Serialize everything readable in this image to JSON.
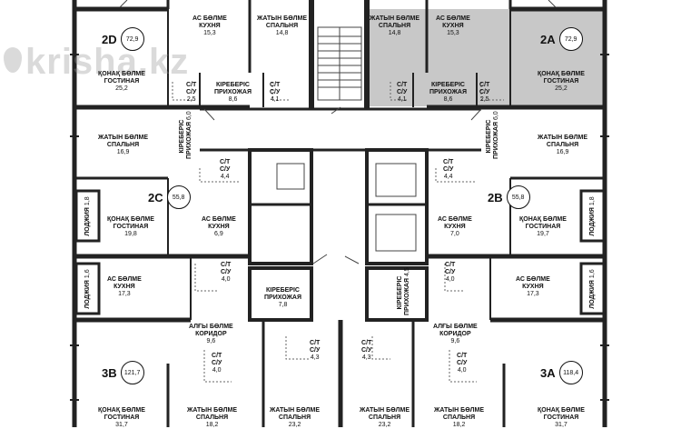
{
  "colors": {
    "wall": "#222222",
    "highlight": "#c8c8c8",
    "line": "#444444"
  },
  "watermark": "krisha.kz",
  "apartments": [
    {
      "id": "2D",
      "area": "72,9"
    },
    {
      "id": "2A",
      "area": "72,9"
    },
    {
      "id": "2C",
      "area": "55,8"
    },
    {
      "id": "2B",
      "area": "55,8"
    },
    {
      "id": "3B",
      "area": "121,7"
    },
    {
      "id": "3A",
      "area": "118,4"
    }
  ],
  "rooms": {
    "kitchen_2d": {
      "kz": "АС БӨЛМЕ",
      "ru": "КУХНЯ",
      "area": "15,3"
    },
    "bed_2d": {
      "kz": "ЖАТЫН БӨЛМЕ",
      "ru": "СПАЛЬНЯ",
      "area": "14,8"
    },
    "living_2d": {
      "kz": "ҚОНАҚ БӨЛМЕ",
      "ru": "ГОСТИНАЯ",
      "area": "25,2"
    },
    "bath1_2d": {
      "kz": "С/Т",
      "ru": "С/У",
      "area": "2,5"
    },
    "hall_2d": {
      "kz": "КІРЕБЕРІС",
      "ru": "ПРИХОЖАЯ",
      "area": "8,6"
    },
    "bath2_2d": {
      "kz": "С/Т",
      "ru": "С/У",
      "area": "4,1"
    },
    "bed_2a": {
      "kz": "ЖАТЫН БӨЛМЕ",
      "ru": "СПАЛЬНЯ",
      "area": "14,8"
    },
    "kitchen_2a": {
      "kz": "АС БӨЛМЕ",
      "ru": "КУХНЯ",
      "area": "15,3"
    },
    "bath1_2a": {
      "kz": "С/Т",
      "ru": "С/У",
      "area": "4,1"
    },
    "hall_2a": {
      "kz": "КІРЕБЕРІС",
      "ru": "ПРИХОЖАЯ",
      "area": "8,6"
    },
    "bath2_2a": {
      "kz": "С/Т",
      "ru": "С/У",
      "area": "2,5"
    },
    "living_2a": {
      "kz": "ҚОНАҚ БӨЛМЕ",
      "ru": "ГОСТИНАЯ",
      "area": "25,2"
    },
    "bed_2c": {
      "kz": "ЖАТЫН БӨЛМЕ",
      "ru": "СПАЛЬНЯ",
      "area": "16,9"
    },
    "hall_2c": {
      "kz": "КІРЕБЕРІС",
      "ru": "ПРИХОЖАЯ",
      "area": "6,0"
    },
    "bath_2c": {
      "kz": "С/Т",
      "ru": "С/У",
      "area": "4,4"
    },
    "living_2c": {
      "kz": "ҚОНАҚ БӨЛМЕ",
      "ru": "ГОСТИНАЯ",
      "area": "19,8"
    },
    "kitchen_2c": {
      "kz": "АС БӨЛМЕ",
      "ru": "КУХНЯ",
      "area": "6,9"
    },
    "loggia_2c": {
      "ru": "ЛОДЖИЯ",
      "area": "1,8"
    },
    "bed_2b": {
      "kz": "ЖАТЫН БӨЛМЕ",
      "ru": "СПАЛЬНЯ",
      "area": "16,9"
    },
    "hall_2b": {
      "kz": "КІРЕБЕРІС",
      "ru": "ПРИХОЖАЯ",
      "area": "6,0"
    },
    "bath_2b": {
      "kz": "С/Т",
      "ru": "С/У",
      "area": "4,4"
    },
    "kitchen_2b": {
      "kz": "АС БӨЛМЕ",
      "ru": "КУХНЯ",
      "area": "7,0"
    },
    "living_2b": {
      "kz": "ҚОНАҚ БӨЛМЕ",
      "ru": "ГОСТИНАЯ",
      "area": "19,7"
    },
    "loggia_2b": {
      "ru": "ЛОДЖИЯ",
      "area": "1,8"
    },
    "loggia_3b": {
      "ru": "ЛОДЖИЯ",
      "area": "1,6"
    },
    "kitchen_3b": {
      "kz": "АС БӨЛМЕ",
      "ru": "КУХНЯ",
      "area": "17,3"
    },
    "bath1_3b": {
      "kz": "С/Т",
      "ru": "С/У",
      "area": "4,0"
    },
    "hall_center": {
      "kz": "КІРЕБЕРІС",
      "ru": "ПРИХОЖАЯ",
      "area": "7,8"
    },
    "hall_vert": {
      "kz": "КІРЕБЕРІС",
      "ru": "ПРИХОЖАЯ",
      "area": "4,5"
    },
    "bath1_3a": {
      "kz": "С/Т",
      "ru": "С/У",
      "area": "4,0"
    },
    "kitchen_3a": {
      "kz": "АС БӨЛМЕ",
      "ru": "КУХНЯ",
      "area": "17,3"
    },
    "loggia_3a": {
      "ru": "ЛОДЖИЯ",
      "area": "1,6"
    },
    "corridor_3b": {
      "kz": "АЛҒЫ БӨЛМЕ",
      "ru": "КОРИДОР",
      "area": "9,6"
    },
    "corridor_3a": {
      "kz": "АЛҒЫ БӨЛМЕ",
      "ru": "КОРИДОР",
      "area": "9,6"
    },
    "bath2_3b": {
      "kz": "С/Т",
      "ru": "С/У",
      "area": "4,0"
    },
    "bath3_3b": {
      "kz": "С/Т",
      "ru": "С/У",
      "area": "4,3"
    },
    "bath3_3a": {
      "kz": "С/Т",
      "ru": "С/У",
      "area": "4,3"
    },
    "bath2_3a": {
      "kz": "С/Т",
      "ru": "С/У",
      "area": "4,0"
    },
    "living_3b": {
      "kz": "ҚОНАҚ БӨЛМЕ",
      "ru": "ГОСТИНАЯ",
      "area": "31,7"
    },
    "bed1_3b": {
      "kz": "ЖАТЫН БӨЛМЕ",
      "ru": "СПАЛЬНЯ",
      "area": "18,2"
    },
    "bed2_3b": {
      "kz": "ЖАТЫН БӨЛМЕ",
      "ru": "СПАЛЬНЯ",
      "area": "23,2"
    },
    "bed2_3a": {
      "kz": "ЖАТЫН БӨЛМЕ",
      "ru": "СПАЛЬНЯ",
      "area": "23,2"
    },
    "bed1_3a": {
      "kz": "ЖАТЫН БӨЛМЕ",
      "ru": "СПАЛЬНЯ",
      "area": "18,2"
    },
    "living_3a": {
      "kz": "ҚОНАҚ БӨЛМЕ",
      "ru": "ГОСТИНАЯ",
      "area": "31,7"
    }
  }
}
